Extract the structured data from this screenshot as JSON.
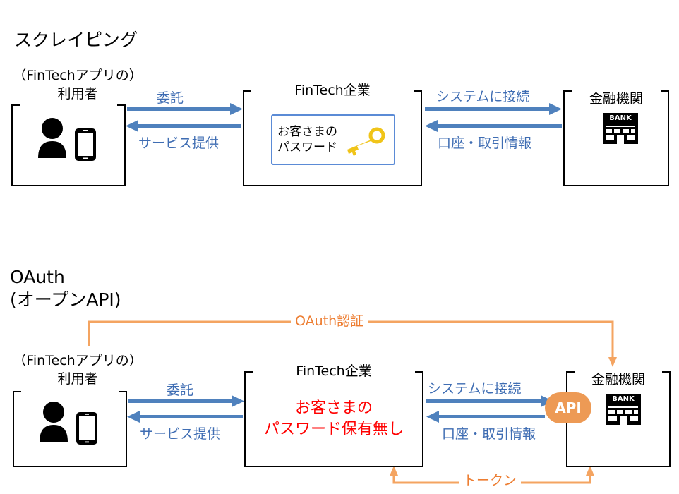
{
  "sections": {
    "scraping": {
      "title": "スクレイピング",
      "user_label_line1": "（FinTechアプリの）",
      "user_label_line2": "利用者",
      "fintech_title": "FinTech企業",
      "bank_title": "金融機関",
      "bank_sign": "BANK",
      "arrow_entrust": "委託",
      "arrow_service": "サービス提供",
      "arrow_system": "システムに接続",
      "arrow_info": "口座・取引情報",
      "password_line1": "お客さまの",
      "password_line2": "パスワード"
    },
    "oauth": {
      "title_line1": "OAuth",
      "title_line2": "(オープンAPI)",
      "user_label_line1": "（FinTechアプリの）",
      "user_label_line2": "利用者",
      "fintech_title": "FinTech企業",
      "bank_title": "金融機関",
      "bank_sign": "BANK",
      "api_badge": "API",
      "arrow_entrust": "委託",
      "arrow_service": "サービス提供",
      "arrow_system": "システムに接続",
      "arrow_info": "口座・取引情報",
      "oauth_auth": "OAuth認証",
      "token": "トークン",
      "no_password_line1": "お客さまの",
      "no_password_line2": "パスワード保有無し"
    }
  },
  "colors": {
    "blue_arrow": "#4f81bd",
    "blue_text": "#3f6db3",
    "orange": "#ed7d31",
    "red": "#ff0000",
    "key": "#f0c419"
  },
  "icons": [
    "user-icon",
    "smartphone-icon",
    "bank-icon",
    "key-icon",
    "api-badge"
  ]
}
